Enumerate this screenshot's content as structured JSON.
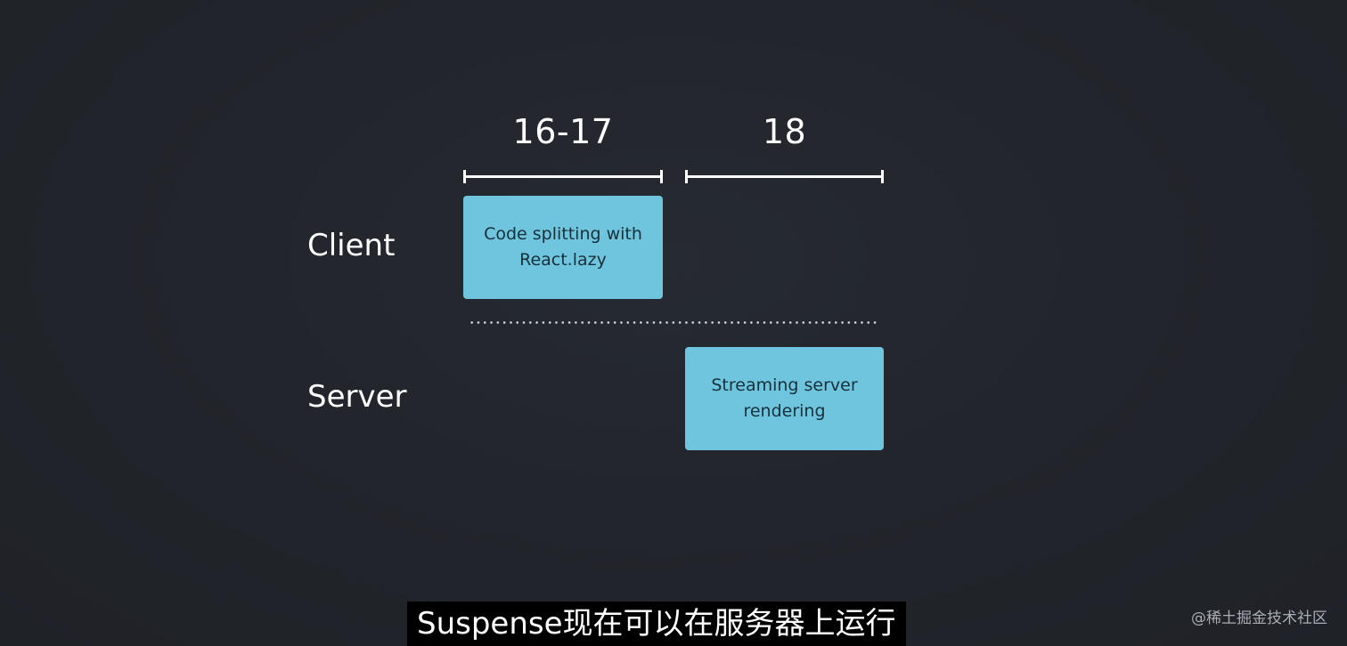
{
  "diagram": {
    "columns": [
      {
        "label": "16-17"
      },
      {
        "label": "18"
      }
    ],
    "rows": [
      {
        "label": "Client"
      },
      {
        "label": "Server"
      }
    ],
    "boxes": [
      {
        "line1": "Code splitting with",
        "line2": "React.lazy"
      },
      {
        "line1": "Streaming server",
        "line2": "rendering"
      }
    ],
    "box_color": "#6fc5de",
    "background_color": "#22252b"
  },
  "subtitle": {
    "text": "Suspense现在可以在服务器上运行"
  },
  "watermark": {
    "text": "@稀土掘金技术社区"
  }
}
